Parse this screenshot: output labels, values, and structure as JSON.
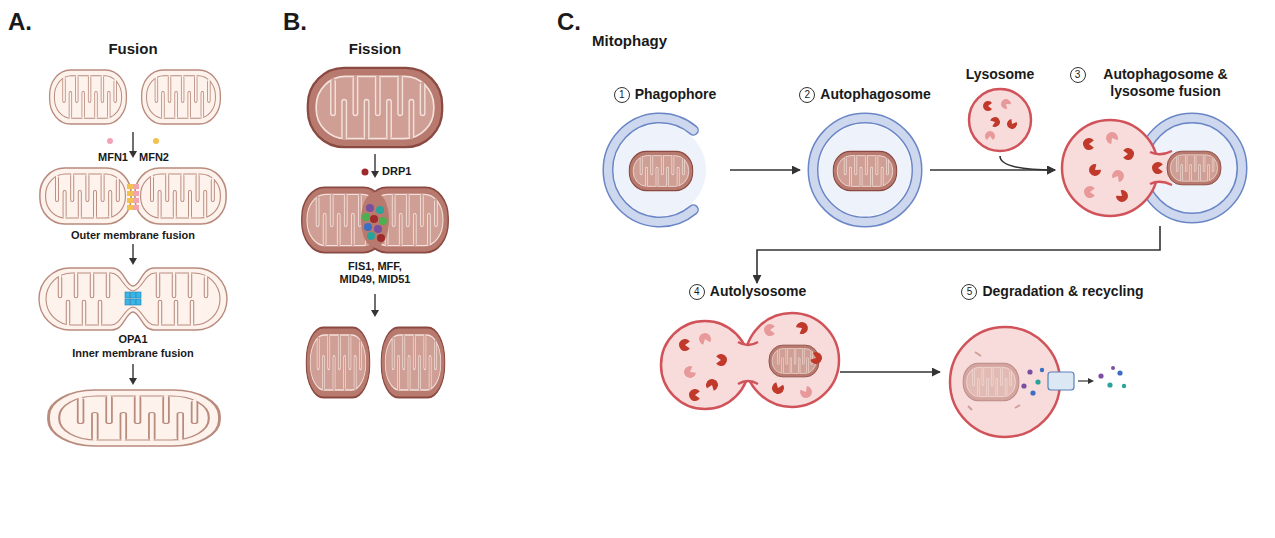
{
  "diagram": {
    "nodes": [
      {
        "text": [
          "1",
          "Phagophore"
        ]
      },
      {
        "text": [
          "2",
          "Autophagosome"
        ]
      },
      {
        "text": [
          "Lysosome"
        ]
      },
      {
        "text": [
          "3",
          "Autophagosome & lysosome fusion"
        ]
      },
      {
        "text": [
          "4",
          "Autolysosome"
        ]
      },
      {
        "text": [
          "5",
          "Degradation & recycling"
        ]
      }
    ],
    "edges": [
      {
        "from": 0,
        "to": 1,
        "arrow": "to"
      },
      {
        "from": 1,
        "to": 3,
        "arrow": "to"
      },
      {
        "from": 2,
        "to": 3,
        "arrow": "to"
      },
      {
        "from": 3,
        "to": 4,
        "arrow": "to"
      },
      {
        "from": 4,
        "to": 5,
        "arrow": "to"
      }
    ],
    "labels": [
      "A.",
      "Fusion",
      "MFN1",
      "MFN2",
      "Outer membrane fusion",
      "OPA1",
      "Inner membrane fusion",
      "B.",
      "Fission",
      "DRP1",
      "FIS1, MFF, MID49, MID51",
      "C.",
      "Mitophagy"
    ]
  }
}
